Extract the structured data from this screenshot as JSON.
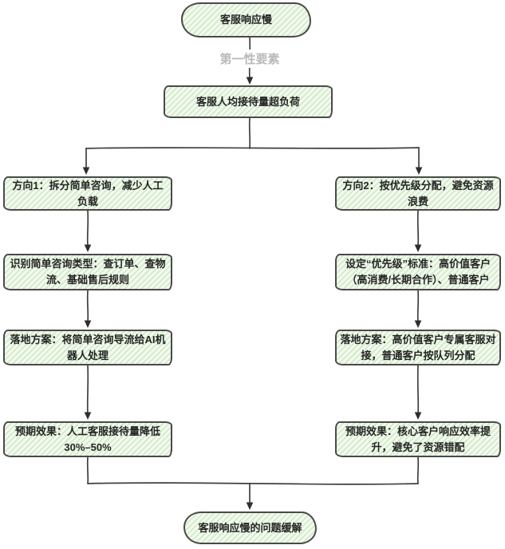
{
  "flowchart": {
    "start": "客服响应慢",
    "edge_label": "第一性要素",
    "root_cause": "客服人均接待量超负荷",
    "branches": {
      "left": {
        "direction": "方向1：拆分简单咨询，减少人工负载",
        "identify": "识别简单咨询类型：查订单、查物流、基础售后规则",
        "plan": "落地方案：将简单咨询导流给AI机器人处理",
        "outcome": "预期效果：人工客服接待量降低30%–50%"
      },
      "right": {
        "direction": "方向2：按优先级分配，避免资源浪费",
        "criteria": "设定“优先级”标准：高价值客户（高消费/长期合作）、普通客户",
        "plan": "落地方案：高价值客户专属客服对接，普通客户按队列分配",
        "outcome": "预期效果：核心客户响应效率提升，避免了资源错配"
      }
    },
    "end": "客服响应慢的问题缓解",
    "colors": {
      "node_border": "#4a4a4a",
      "hatch": "#d3eac9",
      "hatch_bg": "#f3faef",
      "text": "#242424",
      "edge_label": "#b9b9b9",
      "connector": "#3f3f3f",
      "arrowhead": "#2e2e2e"
    }
  }
}
